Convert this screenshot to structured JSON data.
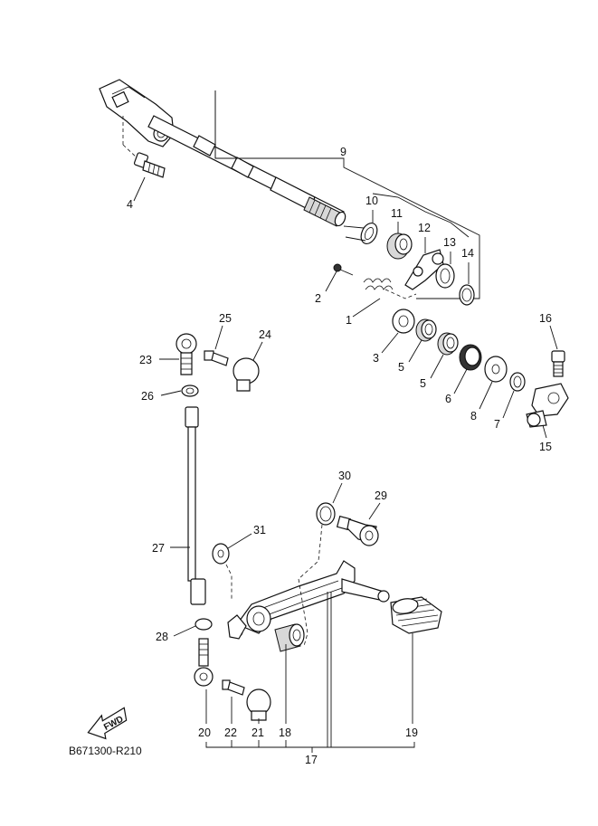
{
  "diagram": {
    "labels": [
      "1",
      "2",
      "3",
      "4",
      "5",
      "5",
      "6",
      "7",
      "8",
      "9",
      "10",
      "11",
      "12",
      "13",
      "14",
      "15",
      "16",
      "17",
      "18",
      "19",
      "20",
      "21",
      "22",
      "23",
      "24",
      "25",
      "26",
      "27",
      "28",
      "29",
      "30",
      "31"
    ],
    "fwd_label": "FWD",
    "code": "B671300-R210"
  }
}
